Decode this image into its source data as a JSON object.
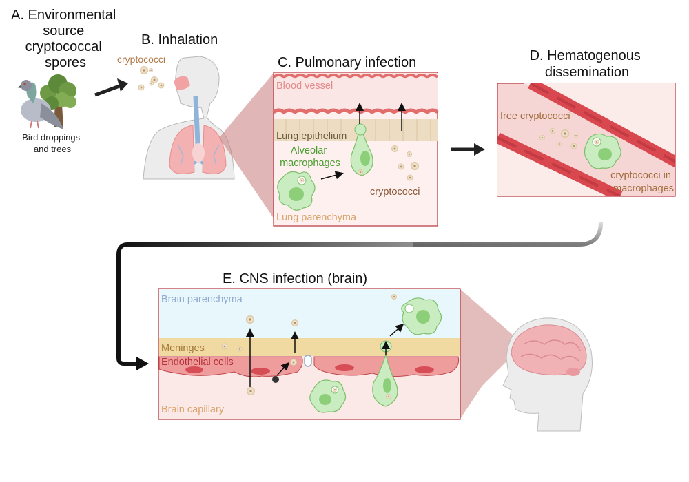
{
  "panels": {
    "a": {
      "title_lines": [
        "A. Environmental",
        "source",
        "cryptococcal",
        "spores"
      ],
      "caption_lines": [
        "Bird droppings",
        "and trees"
      ]
    },
    "b": {
      "title": "B. Inhalation",
      "label": "cryptococci"
    },
    "c": {
      "title": "C. Pulmonary infection",
      "blood_vessel": "Blood vessel",
      "lung_epithelium": "Lung epithelium",
      "alveolar_lines": [
        "Alveolar",
        "macrophages"
      ],
      "cryptococci": "cryptococci",
      "lung_parenchyma": "Lung parenchyma"
    },
    "d": {
      "title_lines": [
        "D. Hematogenous",
        "dissemination"
      ],
      "free": "free cryptococci",
      "in_macrophages_lines": [
        "cryptococci in",
        "macrophages"
      ]
    },
    "e": {
      "title": "E. CNS infection (brain)",
      "brain_parenchyma": "Brain parenchyma",
      "meninges": "Meninges",
      "endothelial": "Endothelial cells",
      "brain_capillary": "Brain capillary"
    }
  },
  "colors": {
    "blood_red": "#d9474f",
    "panel_border": "#b7323a",
    "macrophage_green": "#c9ecc0",
    "spore_brown": "#b38a5a",
    "label_green": "#4a9c2f",
    "label_tan": "#c9965e",
    "label_blue": "#8fa9cf",
    "meninges_yellow": "#f1d9a2"
  }
}
